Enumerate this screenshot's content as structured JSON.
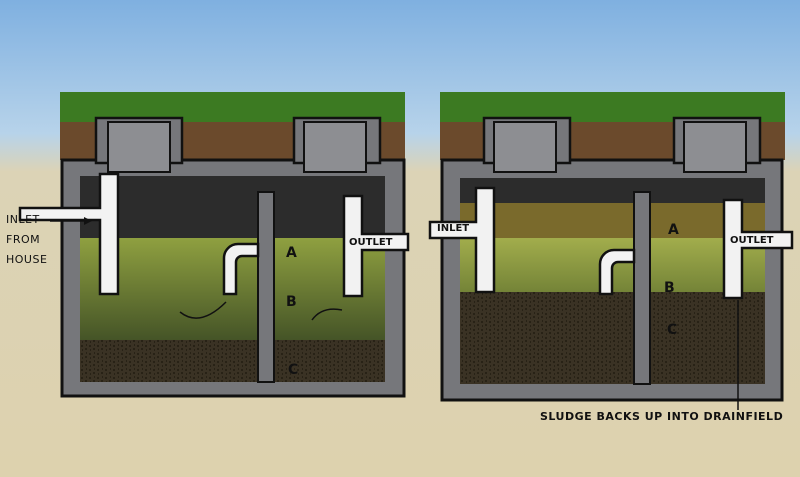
{
  "left_tank": {
    "inlet_label": [
      "INLET",
      "FROM",
      "HOUSE"
    ],
    "outlet_label": "OUTLET",
    "layers": {
      "a": "A",
      "b": "B",
      "c": "C"
    }
  },
  "right_tank": {
    "inlet_label": "INLET",
    "outlet_label": "OUTLET",
    "layers": {
      "a": "A",
      "b": "B",
      "c": "C"
    },
    "caption": "SLUDGE BACKS UP INTO DRAINFIELD"
  },
  "colors": {
    "concrete": "#76777b",
    "scum": "#2c2c2c",
    "effluent": "#8b9a3c",
    "sludge": "#3a3224",
    "soil": "#6b4a2c",
    "grass": "#3c7a22",
    "sand": "#ddd2ae"
  }
}
